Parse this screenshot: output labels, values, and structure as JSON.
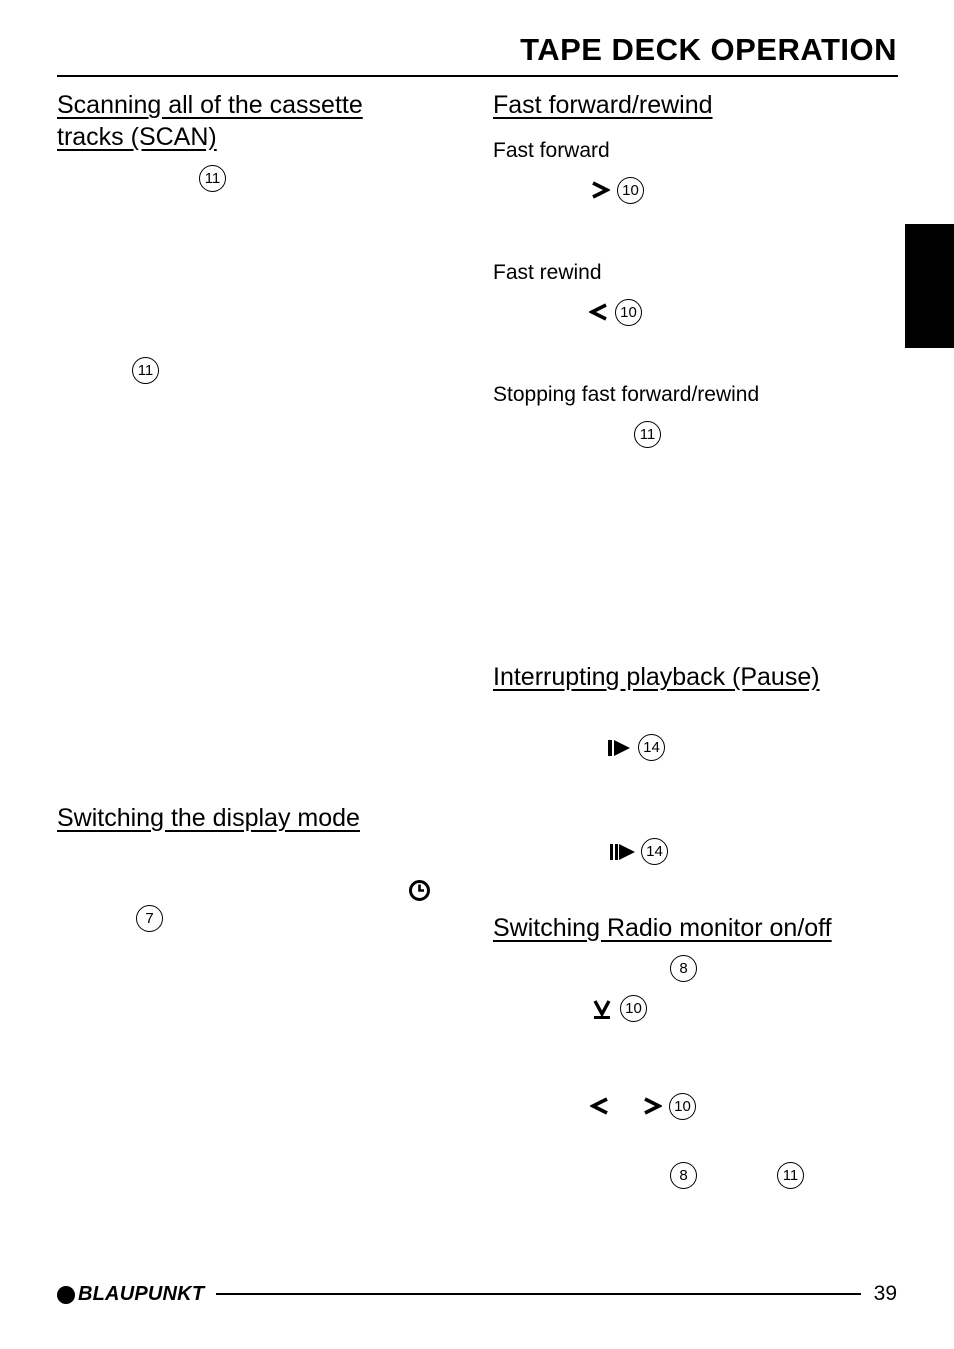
{
  "page": {
    "title": "TAPE DECK OPERATION",
    "page_number": "39",
    "brand": "BLAUPUNKT"
  },
  "left": {
    "scan_heading_line1": "Scanning all of the cassette",
    "scan_heading_line2": "tracks (SCAN)",
    "scan_ref1": "11",
    "scan_ref2": "11",
    "display_heading": "Switching the display mode",
    "display_ref": "7"
  },
  "right": {
    "ff_heading": "Fast forward/rewind",
    "ff_sub": "Fast forward",
    "ff_ref": "10",
    "rew_sub": "Fast rewind",
    "rew_ref": "10",
    "stop_sub": "Stopping fast forward/rewind",
    "stop_ref": "11",
    "pause_heading": "Interrupting playback (Pause)",
    "pause_ref1": "14",
    "pause_ref2": "14",
    "radio_heading": "Switching Radio monitor on/off",
    "radio_ref1": "8",
    "radio_ref2": "10",
    "radio_ref3": "10",
    "radio_ref4": "8",
    "radio_ref5": "11"
  },
  "icons": {
    "forward": "forward-chevron-icon",
    "rewind": "rewind-chevron-icon",
    "pause": "pause-play-icon",
    "clock": "clock-icon",
    "down": "down-chevron-icon"
  }
}
